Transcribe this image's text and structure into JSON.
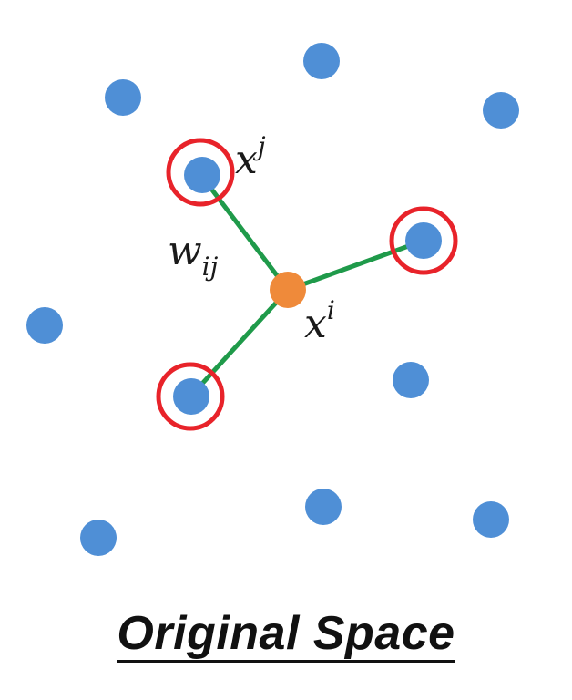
{
  "labels": {
    "neighbor_point": "x",
    "neighbor_point_sup": "j",
    "center_point": "x",
    "center_point_sup": "i",
    "weight": "w",
    "weight_sub": "ij"
  },
  "caption": "Original Space",
  "colors": {
    "point": "#4f8fd6",
    "center_point": "#ef8a3a",
    "neighbor_ring": "#e8232a",
    "edge": "#1f9a4a"
  }
}
